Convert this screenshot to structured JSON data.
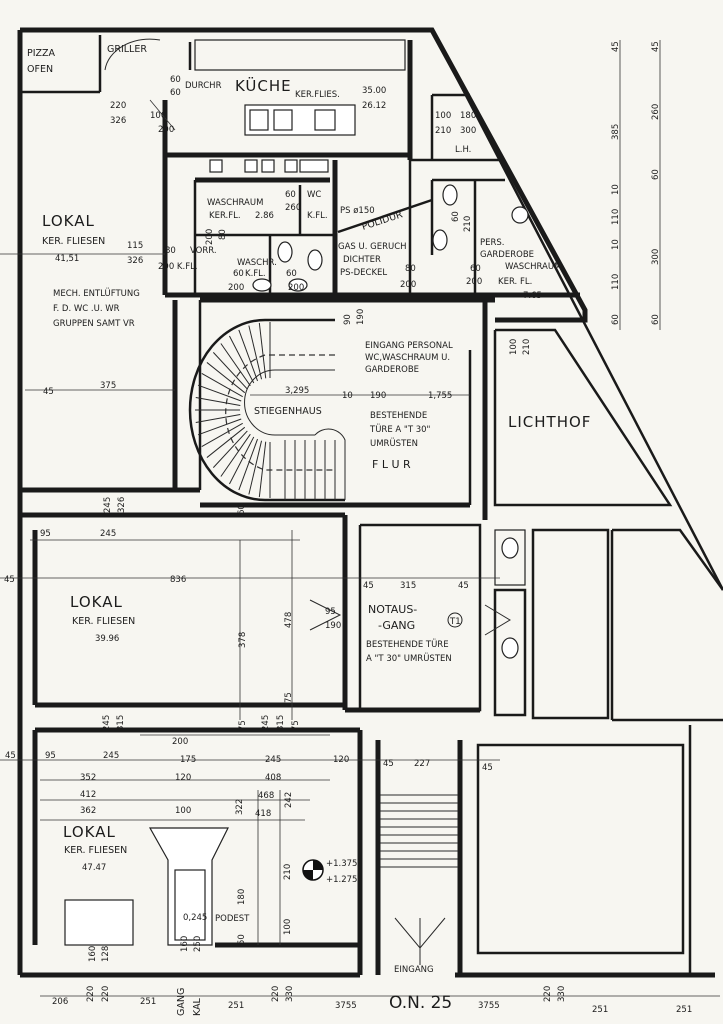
{
  "rooms": {
    "pizza_ofen": [
      "PIZZA",
      "OFEN"
    ],
    "griller": "GRILLER",
    "kueche": {
      "prefix": "DURCHR",
      "name": "KÜCHE",
      "finish": "KER.FLIES.",
      "area": "35.00",
      "height": "26.12"
    },
    "lokal_1": {
      "name": "LOKAL",
      "finish": "KER. FLIESEN",
      "area": "41,51"
    },
    "lokal_2": {
      "name": "LOKAL",
      "finish": "KER. FLIESEN",
      "area": "39.96"
    },
    "lokal_3": {
      "name": "LOKAL",
      "finish": "KER. FLIESEN",
      "area": "47.47"
    },
    "waschraum_1": {
      "name": "WASCHRAUM",
      "finish": "KER.FL.",
      "area": "2.86"
    },
    "wc": "WC",
    "kfl": "K.FL.",
    "waschr": {
      "name": "WASCHR.",
      "finish": "K.FL."
    },
    "ps": "PS ø150",
    "polidur": "POLIDUR",
    "gas": [
      "GAS U. GERUCH",
      "DICHTER",
      "PS-DECKEL"
    ],
    "pers": {
      "lines": [
        "PERS.",
        "GARDEROBE",
        "WASCHRAUM",
        "KER. FL."
      ],
      "area": "7.65"
    },
    "mech": [
      "MECH. ENTLÜFTUNG",
      "F. D. WC .U. WR",
      "GRUPPEN SAMT VR"
    ],
    "vorr": "VORR.",
    "lh": "L.H.",
    "eingang_personal": [
      "EINGANG PERSONAL",
      "WC,WASCHRAUM U.",
      "GARDEROBE"
    ],
    "stiegenhaus": "STIEGENHAUS",
    "bestehende_1": [
      "BESTEHENDE",
      "TÜRE A \"T 30\"",
      "UMRÜSTEN"
    ],
    "flur": "F L U R",
    "lichthof": "LICHTHOF",
    "notausgang": [
      "NOTAUS-",
      "-GANG"
    ],
    "t1": "T1",
    "bestehende_2": [
      "BESTEHENDE TÜRE",
      "A \"T 30\" UMRÜSTEN"
    ],
    "podest": "PODEST",
    "eingang": "EINGANG",
    "gang": "GANG",
    "kal": "KAL",
    "on": "O.N. 25"
  },
  "levels": {
    "main": "+1.375",
    "sub": "+1.275"
  },
  "dims": {
    "d45a": "45",
    "d45b": "45",
    "d385": "385",
    "d260": "260",
    "d10a": "10",
    "d60a": "60",
    "d110a": "110",
    "d10b": "10",
    "d300": "300",
    "d110b": "110",
    "d60b": "60",
    "d60c": "60",
    "d220": "220",
    "d326a": "326",
    "d100a": "100",
    "d200a": "200",
    "d60top": "60",
    "d60top2": "60",
    "d100b": "100",
    "d180": "180",
    "d210": "210",
    "d300b": "300",
    "d60wc": "60",
    "d260wc": "260",
    "d200wr": "200",
    "d80wr": "80",
    "d115": "115",
    "d326b": "326",
    "d80": "80",
    "d200kfl": "200 K.FL.",
    "d60w": "60",
    "d60w2": "60",
    "d200w1": "200",
    "d200w2": "200",
    "d80g": "80",
    "d200g": "200",
    "d60p": "60",
    "d200p": "200",
    "d210p": "210",
    "d60p2": "60",
    "d90": "90",
    "d190": "190",
    "d100c": "100",
    "d210c": "210",
    "d375": "375",
    "d3295": "3,295",
    "d10c": "10",
    "d190b": "190",
    "d1755": "1,755",
    "d245a": "245",
    "d326c": "326",
    "d60s": "60",
    "d95a": "95",
    "d245b": "245",
    "d836": "836",
    "d45c": "45",
    "d45d": "45",
    "d315a": "315",
    "d45e": "45",
    "d95b": "95",
    "d190c": "190",
    "d378": "378",
    "d478": "478",
    "d75a": "75",
    "d245c": "245",
    "d315b": "315",
    "d75b": "75",
    "d245d": "245",
    "d315c": "315",
    "d75c": "75",
    "d200b": "200",
    "d45f": "45",
    "d95c": "95",
    "d245e": "245",
    "d175": "175",
    "d245f": "245",
    "d120a": "120",
    "d45g": "45",
    "d227": "227",
    "d45h": "45",
    "d352": "352",
    "d120b": "120",
    "d408": "408",
    "d412": "412",
    "d468": "468",
    "d362": "362",
    "d100d": "100",
    "d418": "418",
    "d322": "322",
    "d242": "242",
    "d210b": "210",
    "d180b": "180",
    "d50": "50",
    "d100e": "100",
    "d0245": "0,245",
    "d160": "160",
    "d250": "250",
    "d160b": "160",
    "d128": "128",
    "d206": "206",
    "d220b": "220",
    "d220c": "220",
    "d251a": "251",
    "d251b": "251",
    "d220d": "220",
    "d330a": "330",
    "d3755a": "3755",
    "d3755b": "3755",
    "d220e": "220",
    "d330b": "330",
    "d251c": "251",
    "d251d": "251"
  }
}
